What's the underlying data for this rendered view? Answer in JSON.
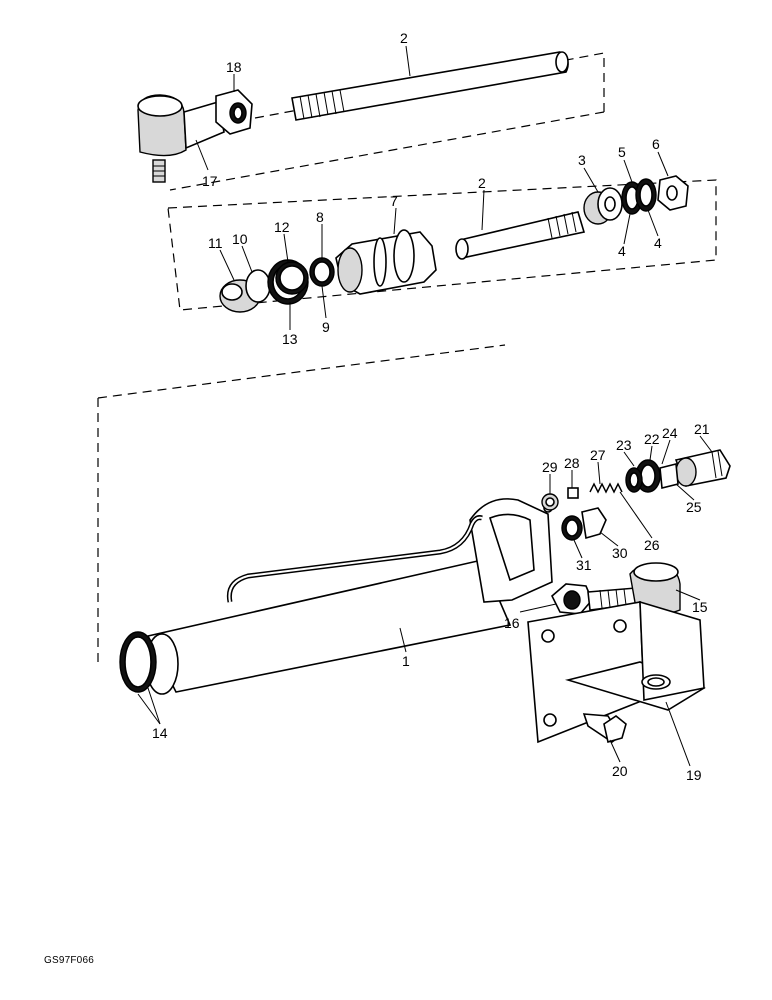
{
  "reference_code": "GS97F066",
  "labels": {
    "p1": "1",
    "p2a": "2",
    "p2b": "2",
    "p3": "3",
    "p4a": "4",
    "p4b": "4",
    "p5": "5",
    "p6": "6",
    "p7": "7",
    "p8": "8",
    "p9": "9",
    "p10": "10",
    "p11": "11",
    "p12": "12",
    "p13": "13",
    "p14": "14",
    "p15": "15",
    "p16": "16",
    "p17": "17",
    "p18": "18",
    "p19": "19",
    "p20": "20",
    "p21": "21",
    "p22": "22",
    "p23": "23",
    "p24": "24",
    "p25": "25",
    "p26": "26",
    "p27": "27",
    "p28": "28",
    "p29": "29",
    "p30": "30",
    "p31": "31"
  }
}
